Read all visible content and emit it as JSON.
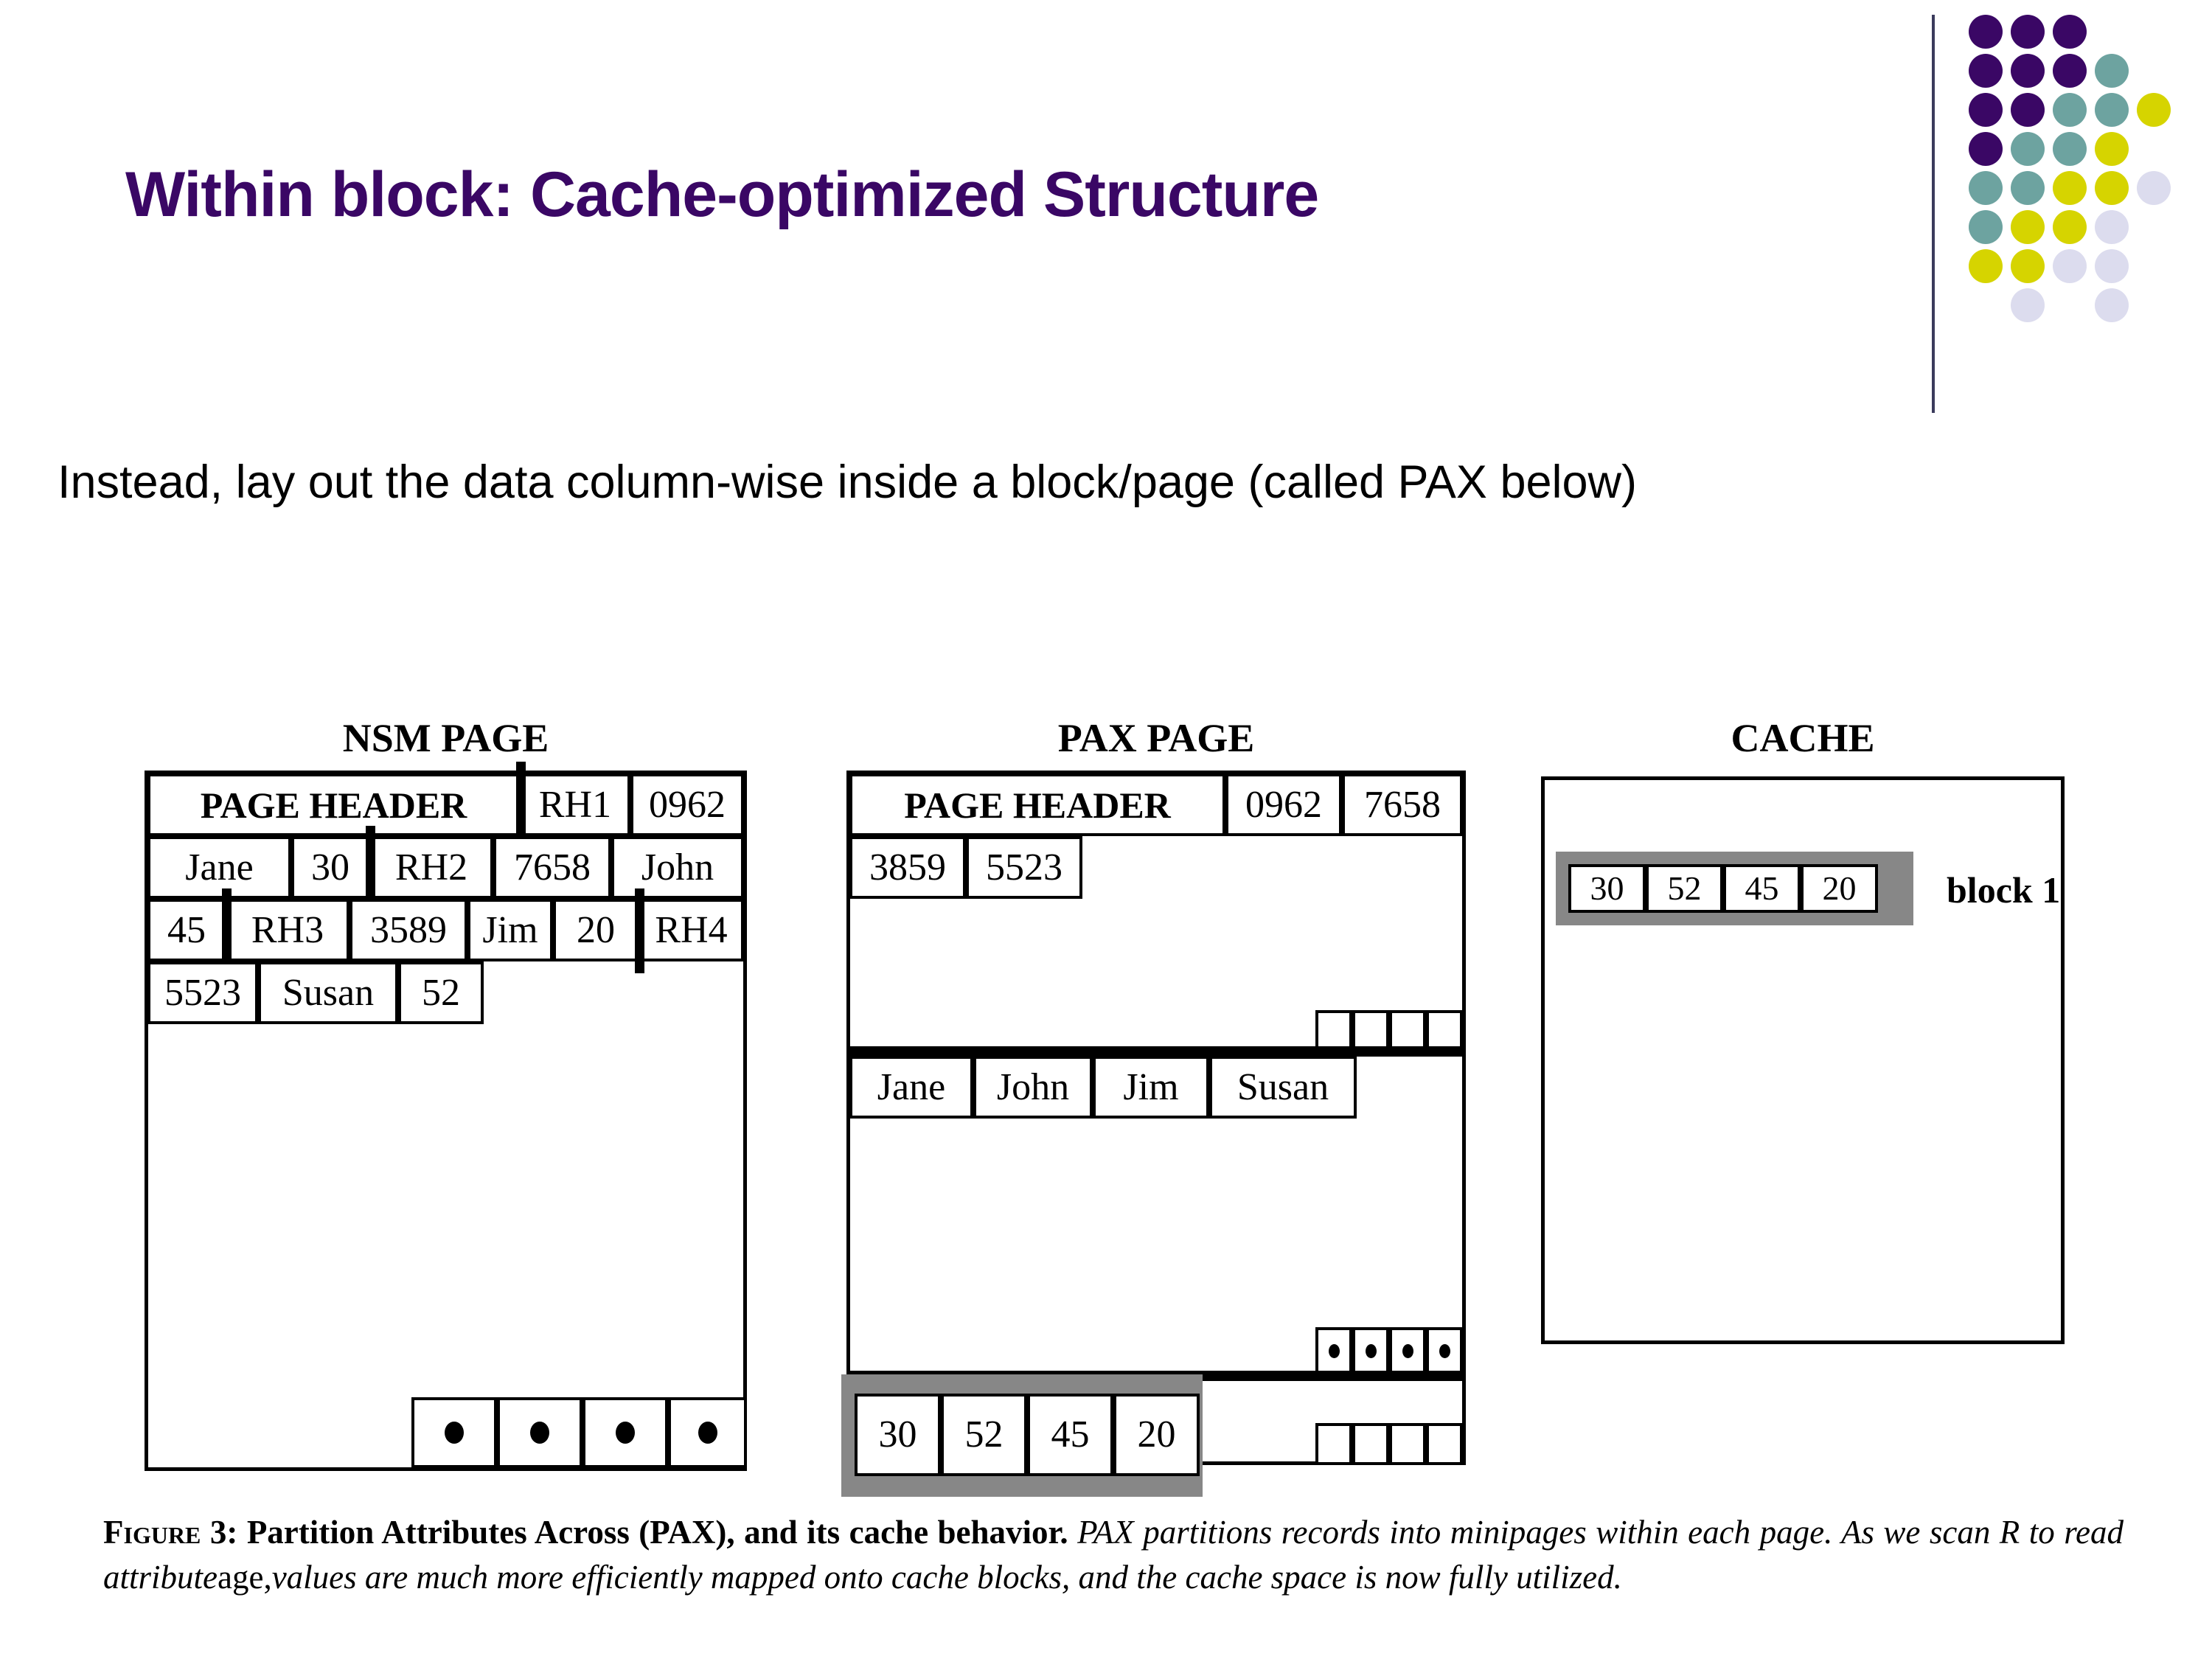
{
  "slide": {
    "title": "Within block: Cache-optimized Structure",
    "subtitle": "Instead, lay out the data column-wise inside a block/page (called PAX below)",
    "accent_color": "#3a0765"
  },
  "logo": {
    "name": "dot-grid-logo",
    "colors": {
      "purple": "#3a0765",
      "teal": "#6da3a0",
      "yellow": "#d6d400",
      "lavender": "#dcdcee",
      "divider": "#3b3b5c"
    },
    "grid": [
      [
        "purple",
        "purple",
        "purple",
        "",
        ""
      ],
      [
        "purple",
        "purple",
        "purple",
        "teal",
        ""
      ],
      [
        "purple",
        "purple",
        "teal",
        "teal",
        "yellow"
      ],
      [
        "purple",
        "teal",
        "teal",
        "yellow",
        ""
      ],
      [
        "teal",
        "teal",
        "yellow",
        "yellow",
        "lavender"
      ],
      [
        "teal",
        "yellow",
        "yellow",
        "lavender",
        ""
      ],
      [
        "yellow",
        "yellow",
        "lavender",
        "lavender",
        ""
      ],
      [
        "",
        "lavender",
        "",
        "lavender",
        ""
      ]
    ]
  },
  "diagram": {
    "nsm": {
      "heading": "NSM PAGE",
      "row1": [
        "PAGE HEADER",
        "RH1",
        "0962"
      ],
      "row2": [
        "Jane",
        "30",
        "RH2",
        "7658",
        "John"
      ],
      "row3": [
        "45",
        "RH3",
        "3589",
        "Jim",
        "20",
        "RH4"
      ],
      "row4": [
        "5523",
        "Susan",
        "52"
      ],
      "dots": [
        "dot",
        "dot",
        "dot",
        "dot"
      ]
    },
    "pax": {
      "heading": "PAX PAGE",
      "minipage1": {
        "header": "PAGE HEADER",
        "header_values": [
          "0962",
          "7658"
        ],
        "row2": [
          "3859",
          "5523"
        ]
      },
      "minipage2": {
        "names": [
          "Jane",
          "John",
          "Jim",
          "Susan"
        ]
      },
      "minipage3": {
        "ages": [
          "30",
          "52",
          "45",
          "20"
        ]
      },
      "dot_strip": [
        "dot",
        "dot",
        "dot",
        "dot"
      ]
    },
    "cache": {
      "heading": "CACHE",
      "block_values": [
        "30",
        "52",
        "45",
        "20"
      ],
      "block_label": "block 1",
      "highlight_color": "#878787"
    }
  },
  "caption": {
    "figure_label": "Figure 3:",
    "bold_text": "Partition Attributes Across (PAX), and its cache behavior.",
    "italic_part_1": "PAX partitions records into minipages within each page. As we scan R to read attribute",
    "roman_word": "age,",
    "italic_part_2": "values are much more efficiently mapped onto cache blocks, and the cache space is now fully utilized."
  }
}
